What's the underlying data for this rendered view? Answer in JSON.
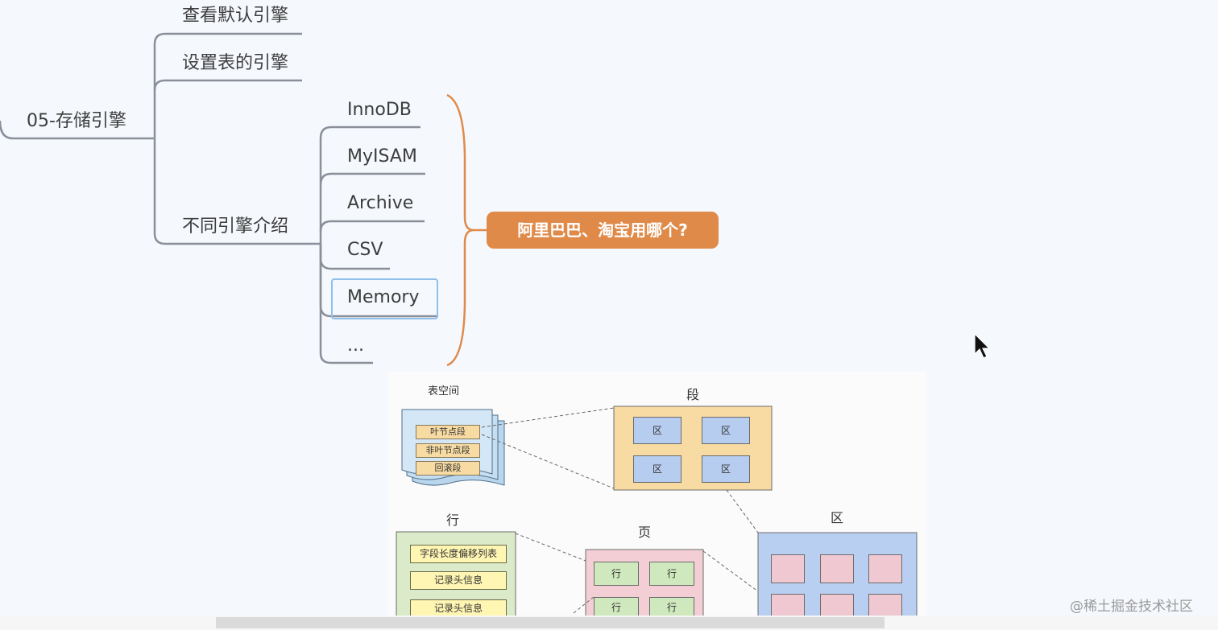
{
  "mindmap": {
    "root": "05-存储引擎",
    "branches": [
      "查看默认引擎",
      "设置表的引擎",
      "不同引擎介绍"
    ],
    "engines": [
      "InnoDB",
      "MyISAM",
      "Archive",
      "CSV",
      "Memory",
      "..."
    ],
    "selected_engine": "Memory",
    "callout": "阿里巴巴、淘宝用哪个?",
    "colors": {
      "line": "#8a8f99",
      "bracket": "#e08a49",
      "callout_bg": "#e08a49",
      "selected_border": "#8ec0ec"
    }
  },
  "figure": {
    "tablespace_label": "表空间",
    "segments": [
      "叶节点段",
      "非叶节点段",
      "回滚段"
    ],
    "segment_label": "段",
    "extent_label": "区",
    "extent_cells": [
      "区",
      "区",
      "区",
      "区"
    ],
    "page_label": "页",
    "page_cells": [
      "行",
      "行",
      "行",
      "行"
    ],
    "row_label": "行",
    "row_fields": [
      "字段长度偏移列表",
      "记录头信息",
      "记录头信息"
    ]
  },
  "watermark": "@稀土掘金技术社区",
  "cursor_icon": "arrow-cursor-icon"
}
